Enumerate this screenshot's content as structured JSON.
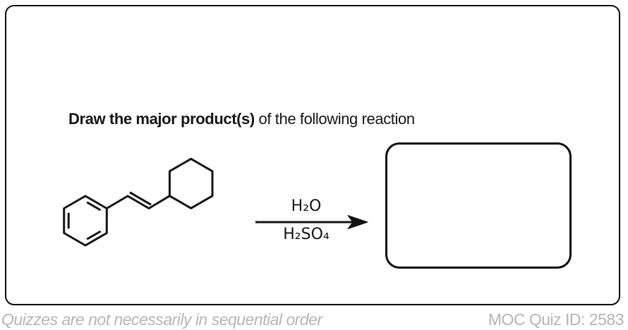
{
  "quiz": {
    "prompt": {
      "bold": "Draw the major product(s)",
      "rest": " of the following reaction"
    },
    "reaction": {
      "reactant_structure": "benzene ring joined by trans CH=CH double bond to cyclohexane (skeletal formula)",
      "reagent_above_arrow": "H₂O",
      "reagent_below_arrow": "H₂SO₄",
      "answer_box_content": ""
    }
  },
  "footer": {
    "note": "Quizzes are not necessarily in sequential order",
    "quiz_id": "MOC Quiz ID: 2583"
  },
  "colors": {
    "ink": "#141414",
    "border_black": "#0c0c0c",
    "muted_gray": "#b5b5b5",
    "background": "#ffffff"
  }
}
